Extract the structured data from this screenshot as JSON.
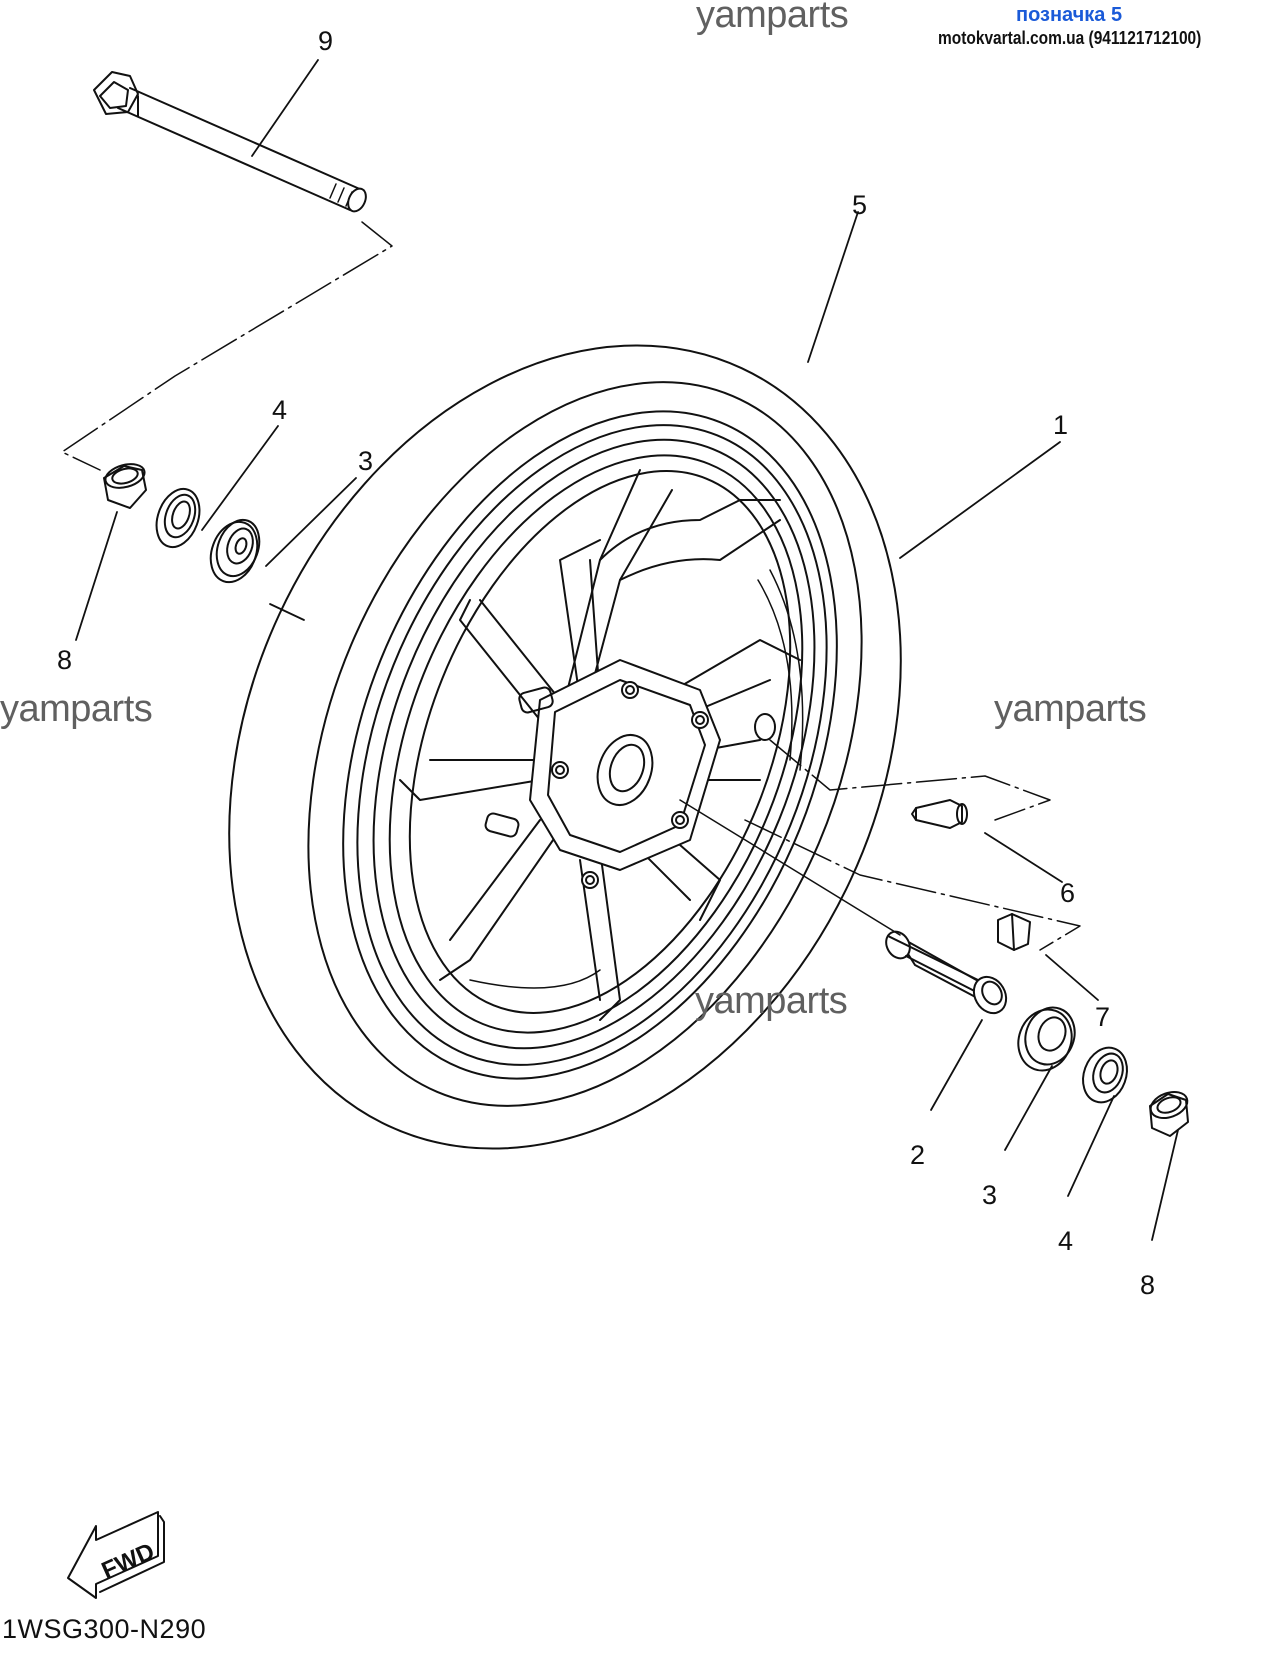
{
  "header": {
    "label": "позначка 5",
    "site": "motokvartal.com.ua (941121712100)"
  },
  "watermarks": [
    "yamparts",
    "yamparts",
    "yamparts",
    "yamparts"
  ],
  "callouts": {
    "c1": "1",
    "c2": "2",
    "c3a": "3",
    "c3b": "3",
    "c4a": "4",
    "c4b": "4",
    "c5": "5",
    "c6": "6",
    "c7": "7",
    "c8a": "8",
    "c8b": "8",
    "c9": "9"
  },
  "fwd": "FWD",
  "diagram_code": "1WSG300-N290"
}
